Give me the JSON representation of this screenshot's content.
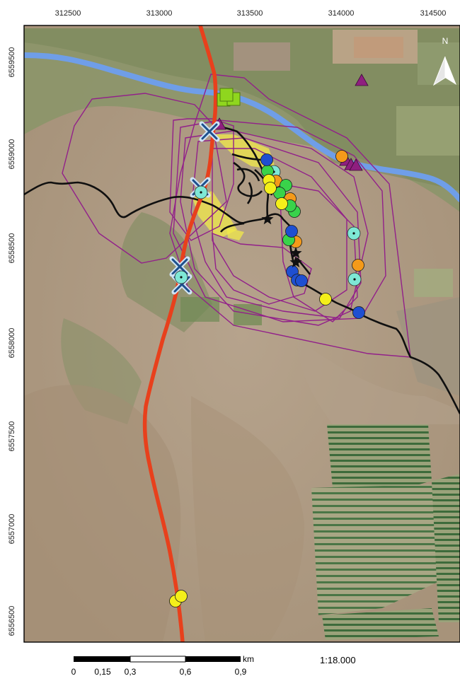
{
  "map": {
    "top_ticks": [
      "312500",
      "313000",
      "313500",
      "314000",
      "314500"
    ],
    "left_ticks": [
      "6559500",
      "6559000",
      "6558500",
      "6558000",
      "6557500",
      "6557000",
      "6556500"
    ],
    "north_label": "N",
    "scale_unit": "km",
    "scale_labels": [
      "0",
      "0,15",
      "0,3",
      "0,6",
      "0,9"
    ],
    "scale_ratio": "1:18.000"
  },
  "colors": {
    "river": "#6f9ee8",
    "road": "#e8401c",
    "trail": "#101010",
    "polygon": "#92208a",
    "mine_area": "#f2ea4a",
    "blue_point": "#1f4fd1",
    "green_point": "#39d34a",
    "yellow_point": "#f4ef1a",
    "orange_point": "#f49a1a",
    "cyan_point": "#7ee8d6",
    "triangle": "#8f1f7f",
    "square": "#8fd61e"
  }
}
